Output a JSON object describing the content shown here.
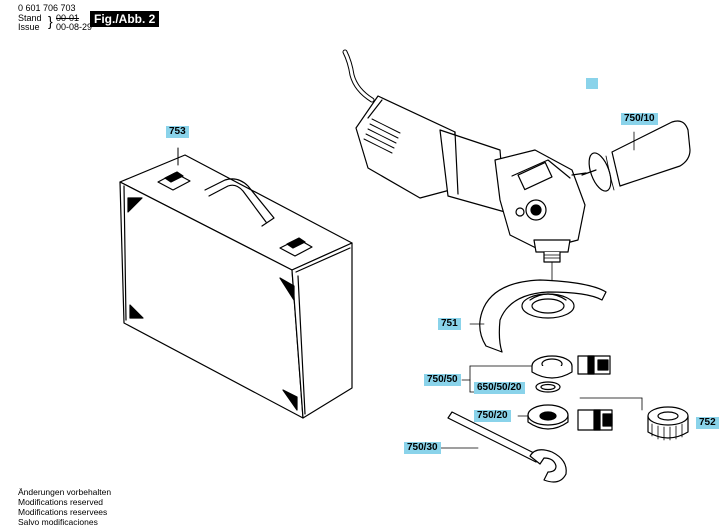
{
  "header": {
    "part_number": "0 601 706 703",
    "stand_label": "Stand",
    "issue_label": "Issue",
    "stand_value": "00-01",
    "issue_value": "00-08-29",
    "figure": "Fig./Abb. 2"
  },
  "labels": {
    "case": "753",
    "handle": "750/10",
    "guard": "751",
    "flange": "750/50",
    "o_ring": "650/50/20",
    "nut": "750/20",
    "wrench": "750/30",
    "clamp_nut": "752"
  },
  "footer": [
    "Änderungen vorbehalten",
    "Modifications reserved",
    "Modifications reservees",
    "Salvo modificaciones"
  ],
  "colors": {
    "label_bg": "#8ad3ea"
  }
}
